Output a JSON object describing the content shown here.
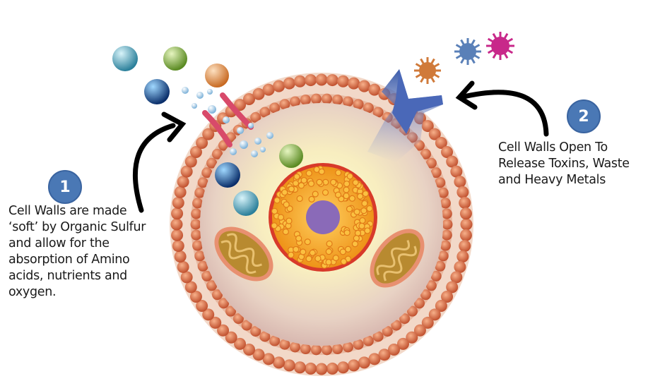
{
  "steps": [
    {
      "number": "1",
      "text": "Cell Walls are made\n‘soft’ by Organic Sulfur\nand allow for the\nabsorption of Amino\nacids, nutrients and\noxygen."
    },
    {
      "number": "2",
      "text": "Cell Walls Open To\nRelease Toxins, Waste\nand Heavy Metals"
    }
  ],
  "colors": {
    "badge": "#4a78b5",
    "membrane": "#d9704a",
    "nucleus": "#f0a020",
    "nucleolus": "#7a5aa8",
    "arrow": "#000000"
  }
}
